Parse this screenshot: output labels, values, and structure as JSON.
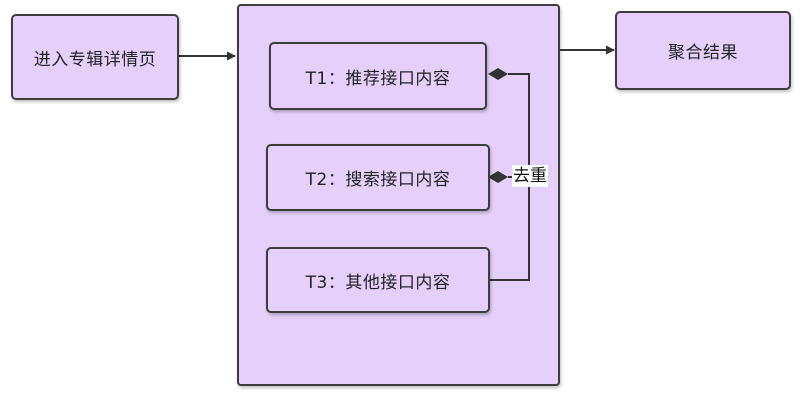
{
  "nodes": {
    "enter_detail": "进入专辑详情页",
    "t1": "T1：推荐接口内容",
    "t2": "T2：搜索接口内容",
    "t3": "T3：其他接口内容",
    "result": "聚合结果"
  },
  "edge_labels": {
    "dedup": "去重"
  },
  "colors": {
    "node_fill": "#e6d0fb",
    "node_border": "#3d3d3d",
    "edge": "#333333"
  }
}
